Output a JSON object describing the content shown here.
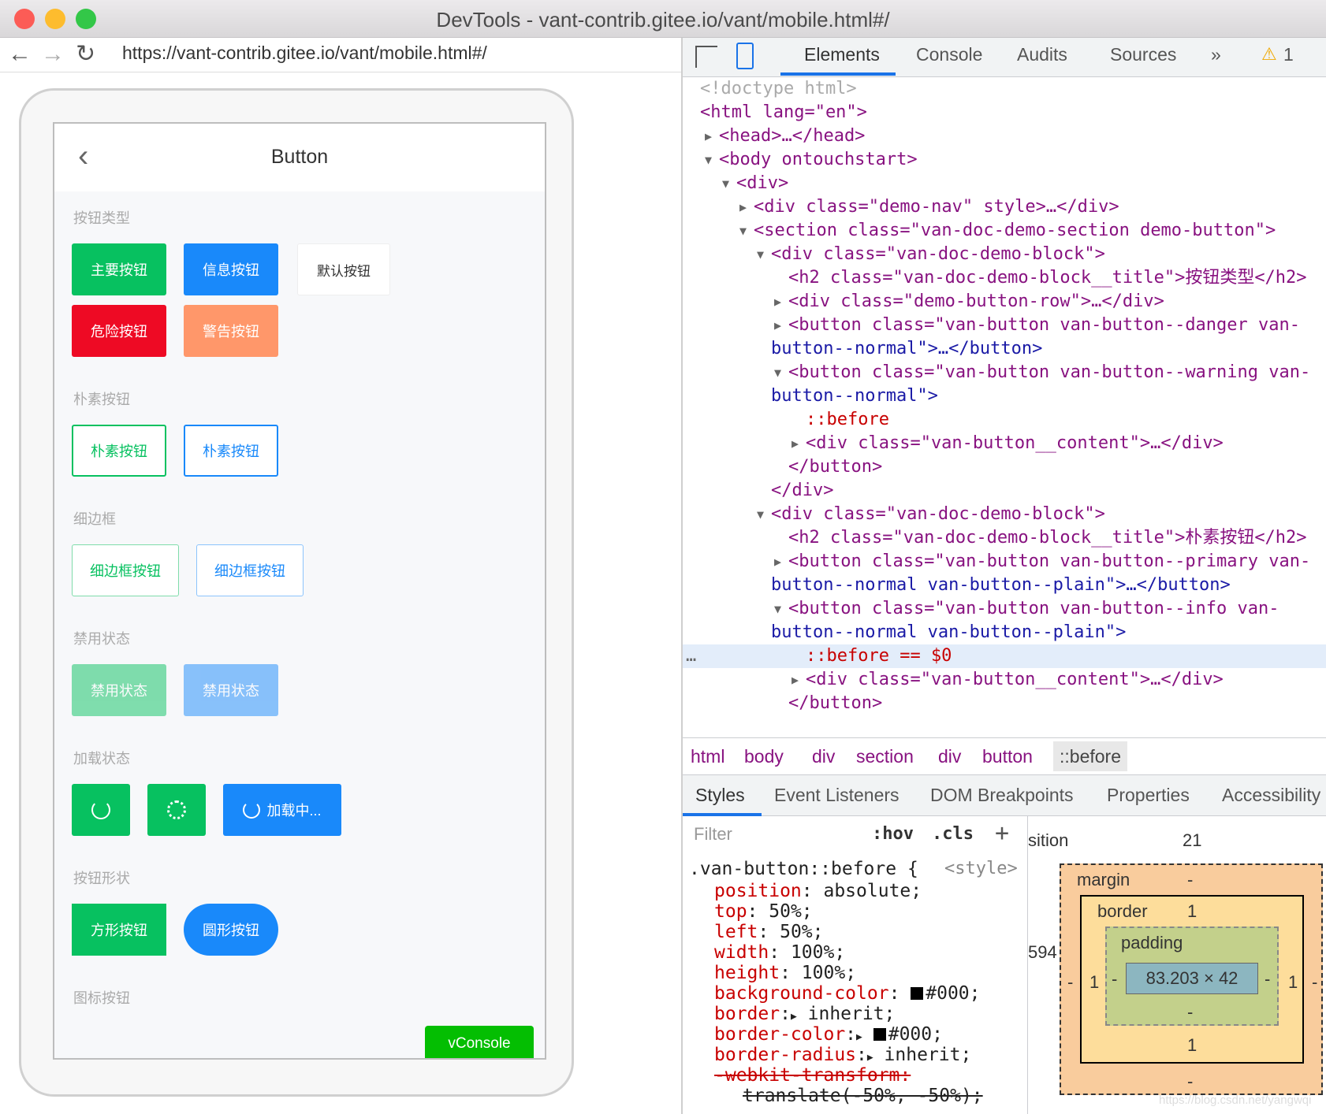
{
  "window": {
    "title": "DevTools - vant-contrib.gitee.io/vant/mobile.html#/"
  },
  "browser": {
    "url": "https://vant-contrib.gitee.io/vant/mobile.html#/"
  },
  "phone": {
    "nav_title": "Button",
    "sections": [
      {
        "title": "按钮类型"
      },
      {
        "title": "朴素按钮"
      },
      {
        "title": "细边框"
      },
      {
        "title": "禁用状态"
      },
      {
        "title": "加载状态"
      },
      {
        "title": "按钮形状"
      },
      {
        "title": "图标按钮"
      }
    ],
    "buttons": {
      "primary": "主要按钮",
      "info": "信息按钮",
      "default": "默认按钮",
      "danger": "危险按钮",
      "warning": "警告按钮",
      "plain1": "朴素按钮",
      "plain2": "朴素按钮",
      "hairline1": "细边框按钮",
      "hairline2": "细边框按钮",
      "disabled1": "禁用状态",
      "disabled2": "禁用状态",
      "loading_text": "加载中...",
      "square": "方形按钮",
      "round": "圆形按钮"
    },
    "vconsole": "vConsole",
    "colors": {
      "green": "#07c160",
      "blue": "#1989fa",
      "red": "#ee0a24",
      "orange": "#ff976a"
    }
  },
  "devtools": {
    "tabs": [
      "Elements",
      "Console",
      "Audits",
      "Sources",
      "»"
    ],
    "warning_count": "1",
    "tree": [
      "<!doctype html>",
      "<html lang=\"en\">",
      "<head>…</head>",
      "<body ontouchstart>",
      "<div>",
      "<div class=\"demo-nav\" style>…</div>",
      "<section class=\"van-doc-demo-section demo-button\">",
      "<div class=\"van-doc-demo-block\">",
      "<h2 class=\"van-doc-demo-block__title\">按钮类型</h2>",
      "<div class=\"demo-button-row\">…</div>",
      "<button class=\"van-button van-button--danger van-",
      "button--normal\">…</button>",
      "<button class=\"van-button van-button--warning van-",
      "button--normal\">",
      "::before",
      "<div class=\"van-button__content\">…</div>",
      "</button>",
      "</div>",
      "<div class=\"van-doc-demo-block\">",
      "<h2 class=\"van-doc-demo-block__title\">朴素按钮</h2>",
      "<button class=\"van-button van-button--primary van-",
      "button--normal van-button--plain\">…</button>",
      "<button class=\"van-button van-button--info van-",
      "button--normal van-button--plain\">",
      "::before == $0",
      "<div class=\"van-button__content\">…</div>",
      "</button>"
    ],
    "breadcrumbs": [
      "html",
      "body",
      "div",
      "section",
      "div",
      "button",
      "::before"
    ],
    "style_tabs": [
      "Styles",
      "Event Listeners",
      "DOM Breakpoints",
      "Properties",
      "Accessibility"
    ],
    "filter_placeholder": "Filter",
    "hov": ":hov",
    "cls": ".cls",
    "rule": {
      "selector": ".van-button::before {",
      "source": "<style>",
      "decls": [
        {
          "name": "position",
          "value": " absolute;"
        },
        {
          "name": "top",
          "value": " 50%;"
        },
        {
          "name": "left",
          "value": " 50%;"
        },
        {
          "name": "width",
          "value": " 100%;"
        },
        {
          "name": "height",
          "value": " 100%;"
        },
        {
          "name": "background-color",
          "value": "#000;"
        },
        {
          "name": "border",
          "value": " inherit;"
        },
        {
          "name": "border-color",
          "value": "#000;"
        },
        {
          "name": "border-radius",
          "value": " inherit;"
        },
        {
          "name": "-webkit-transform",
          "value": ""
        },
        {
          "name": "",
          "value": "translate(-50%, -50%);"
        }
      ]
    },
    "boxmodel": {
      "position_label": "sition",
      "position_value": "21",
      "left_value": "594",
      "margin": "margin",
      "margin_top": "-",
      "margin_bottom": "-",
      "margin_left": "-",
      "margin_right": "-",
      "border": "border",
      "border_top": "1",
      "border_bottom": "1",
      "border_left": "1",
      "border_right": "1",
      "padding": "padding",
      "padding_top": "-",
      "padding_bottom": "-",
      "padding_left": "-",
      "padding_right": "-",
      "content": "83.203 × 42"
    },
    "watermark": "https://blog.csdn.net/yangwqi"
  }
}
